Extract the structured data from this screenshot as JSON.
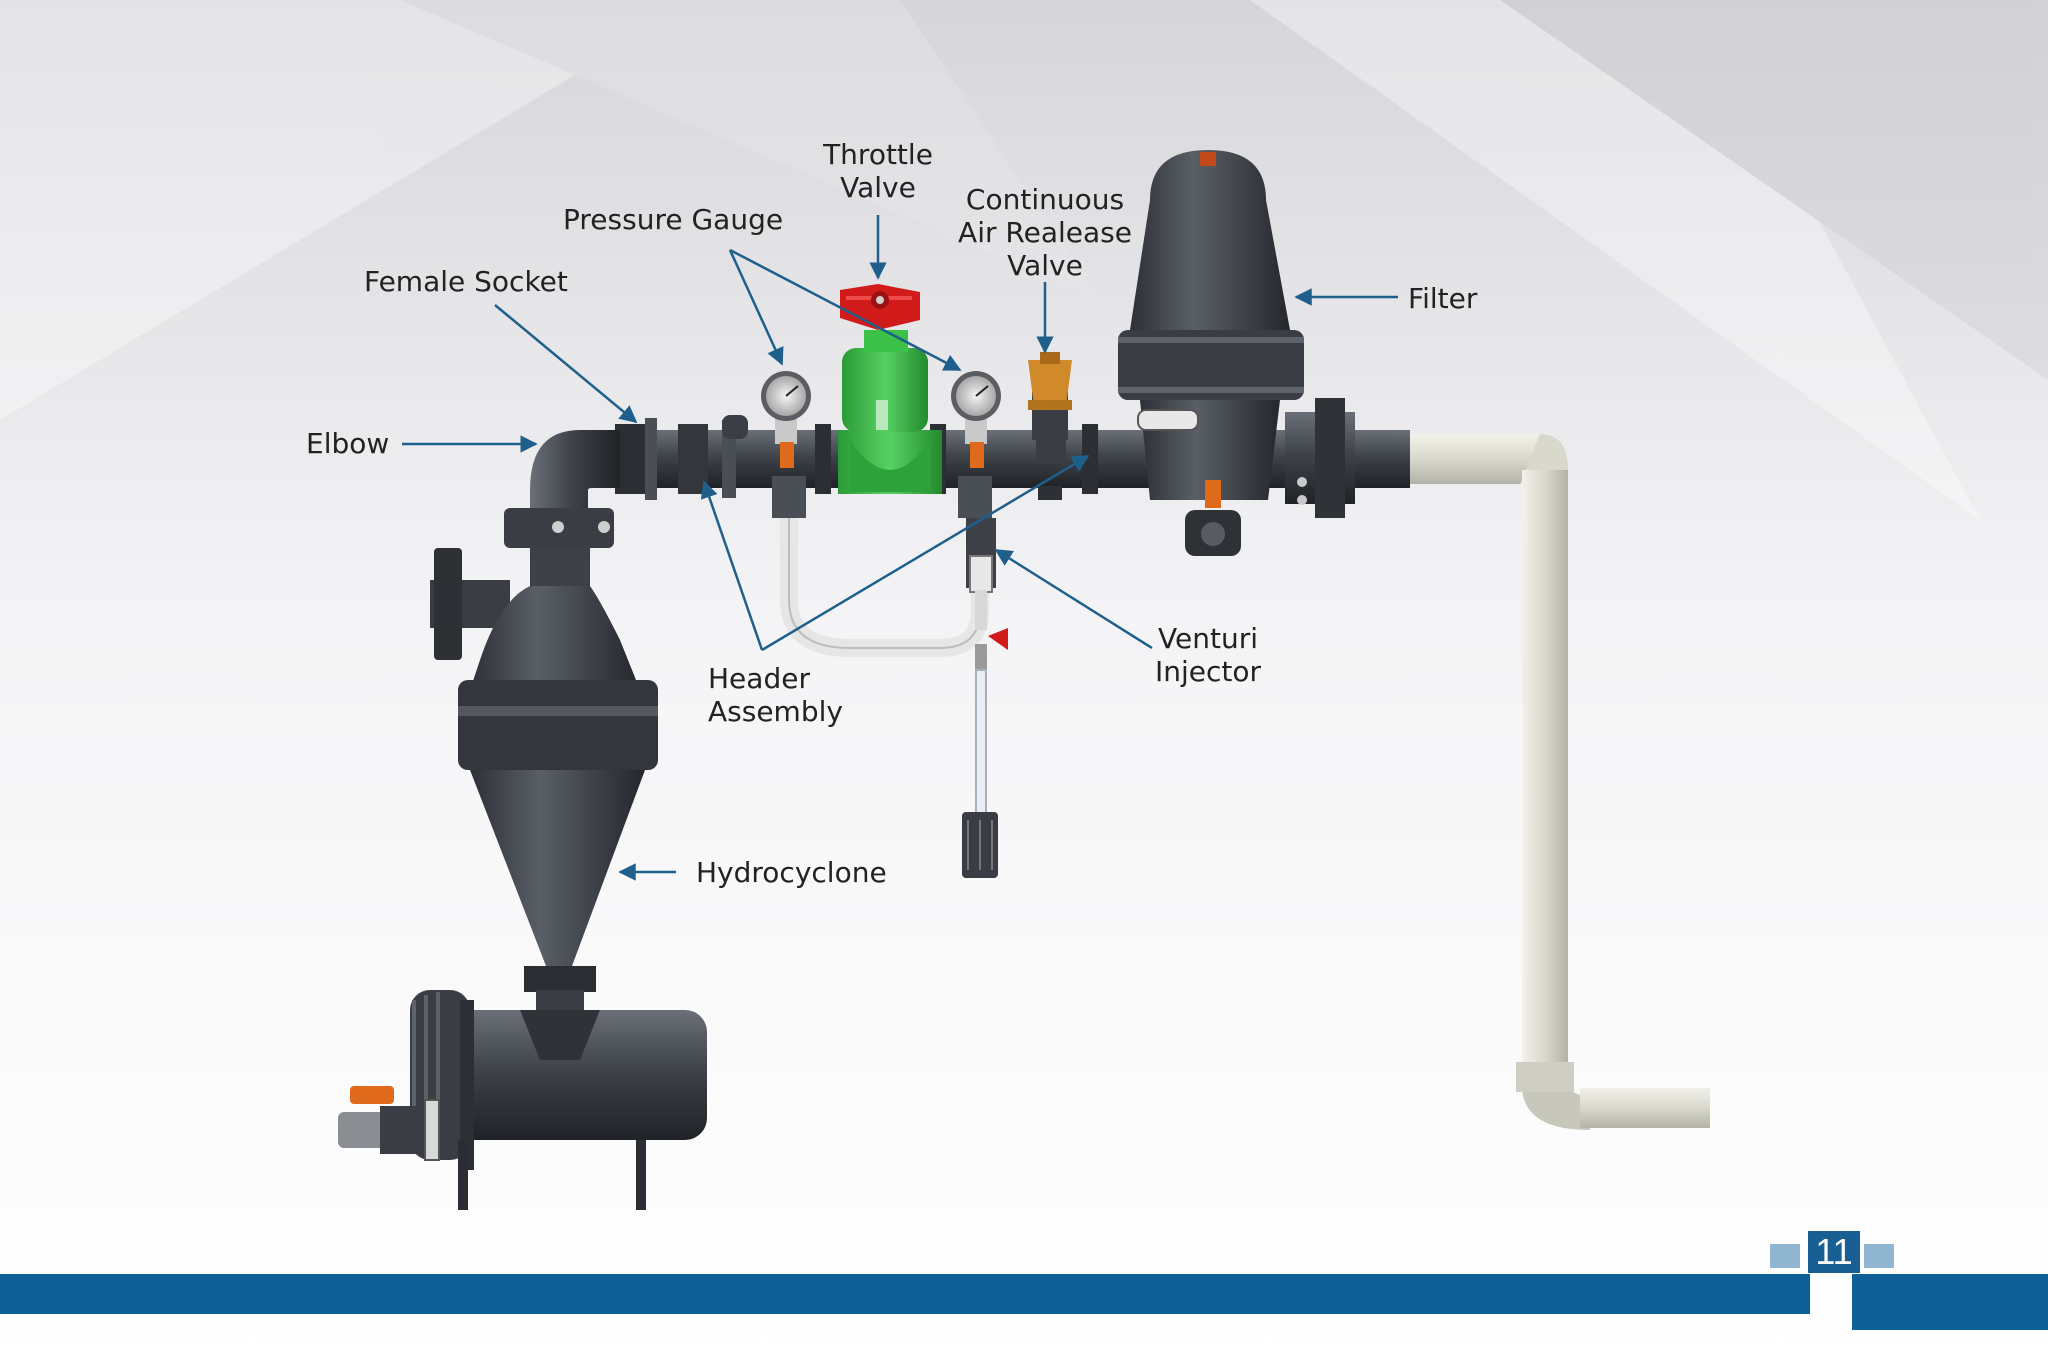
{
  "labels": {
    "throttle_valve": [
      "Throttle",
      "Valve"
    ],
    "pressure_gauge": "Pressure Gauge",
    "continuous_air_release_valve": [
      "Continuous",
      "Air Realease",
      "Valve"
    ],
    "female_socket": "Female Socket",
    "filter": "Filter",
    "elbow": "Elbow",
    "header_assembly": [
      "Header",
      "Assembly"
    ],
    "venturi_injector": [
      "Venturi",
      "Injector"
    ],
    "hydrocyclone": "Hydrocyclone"
  },
  "page_number": "11",
  "colors": {
    "label_text": "#222222",
    "arrow": "#1f5f8b",
    "pipe_dark": "#3a3e44",
    "pipe_light": "#d9d8cc",
    "valve_green": "#3fbf4a",
    "handwheel_red": "#d11a1a",
    "accent_orange": "#e06a1c",
    "brass": "#d08a2a",
    "footer_blue": "#0f5f99",
    "page_number_bg": "#1a5f94",
    "page_deco": "#8fb5d0"
  }
}
